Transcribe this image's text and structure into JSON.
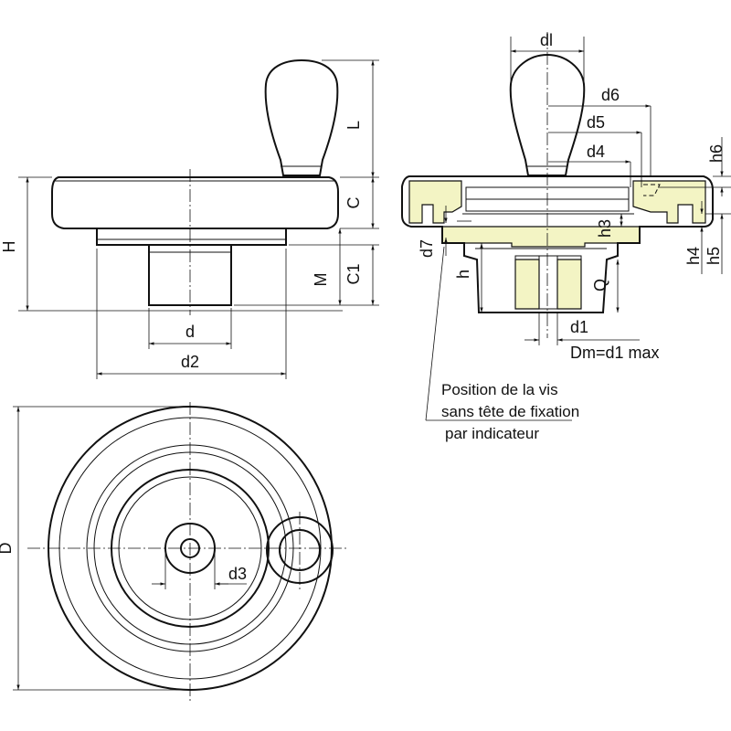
{
  "colors": {
    "line": "#111111",
    "insert": "#f3f4c4",
    "background": "#ffffff"
  },
  "labels": {
    "dl": "dl",
    "d6": "d6",
    "d5": "d5",
    "d4": "d4",
    "h6": "h6",
    "L": "L",
    "C": "C",
    "C1": "C1",
    "M": "M",
    "H": "H",
    "d": "d",
    "d2": "d2",
    "D": "D",
    "d3": "d3",
    "h3": "h3",
    "d7": "d7",
    "h": "h",
    "Q": "Q",
    "h4": "h4",
    "h5": "h5",
    "d1": "d1",
    "dm": "Dm=d1 max"
  },
  "note": {
    "line1": "Position de la vis",
    "line2": "sans tête de fixation",
    "line3": "par indicateur"
  }
}
